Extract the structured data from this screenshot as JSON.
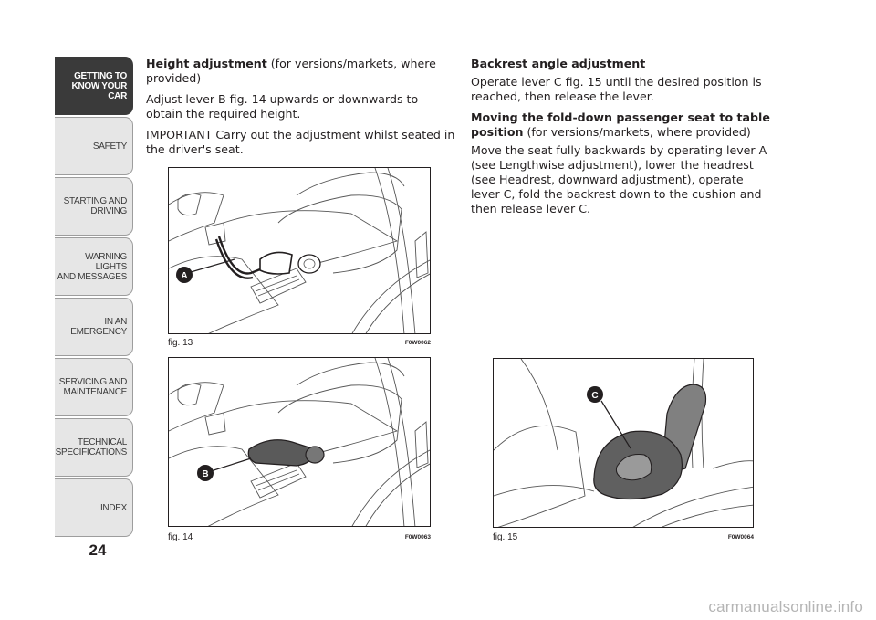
{
  "sidebar": {
    "tabs": [
      {
        "label": "GETTING TO\nKNOW YOUR CAR",
        "active": true
      },
      {
        "label": "SAFETY"
      },
      {
        "label": "STARTING AND\nDRIVING"
      },
      {
        "label": "WARNING LIGHTS\nAND MESSAGES"
      },
      {
        "label": "IN AN EMERGENCY"
      },
      {
        "label": "SERVICING AND\nMAINTENANCE"
      },
      {
        "label": "TECHNICAL\nSPECIFICATIONS"
      },
      {
        "label": "INDEX"
      }
    ],
    "page_number": "24"
  },
  "left_column": {
    "height_title": "Height adjustment",
    "height_title_note": " (for versions/markets, where provided)",
    "height_text": "Adjust lever B fig. 14 upwards or downwards to obtain the required height.",
    "important_text": "IMPORTANT Carry out the adjustment whilst seated in the driver's seat."
  },
  "right_column": {
    "backrest_title": "Backrest angle adjustment",
    "backrest_text": "Operate lever C fig. 15 until the desired position is reached, then release the lever.",
    "fold_title": "Moving the fold-down passenger seat to table position",
    "fold_title_note": " (for versions/markets, where provided)",
    "fold_text": "Move the seat fully backwards by operating lever A (see Lengthwise adjustment), lower the headrest (see Headrest, downward adjustment), operate lever C, fold the backrest down to the cushion and then release lever C."
  },
  "figures": {
    "fig13": {
      "label": "fig. 13",
      "code": "F0W0062",
      "callout": "A"
    },
    "fig14": {
      "label": "fig. 14",
      "code": "F0W0063",
      "callout": "B"
    },
    "fig15": {
      "label": "fig. 15",
      "code": "F0W0064",
      "callout": "C"
    }
  },
  "watermark": "carmanualsonline.info"
}
